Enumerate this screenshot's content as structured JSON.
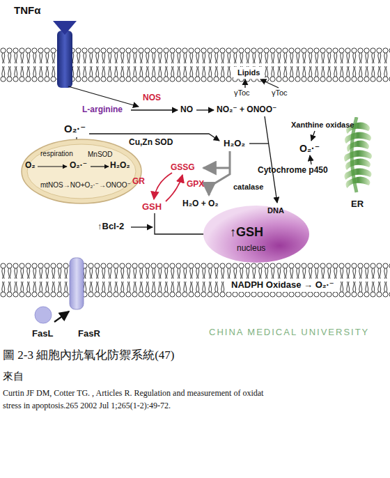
{
  "diagram": {
    "caption": "圖 2-3 細胞內抗氧化防禦系統(47)",
    "nodes": [
      {
        "text": [
          "Lipids"
        ]
      },
      {
        "text": [
          "respiration",
          "MnSOD",
          "O₂",
          "O₂·⁻",
          "H₂O₂",
          "mtNOS→NO+O₂·⁻→ONOO⁻"
        ]
      },
      {
        "text": [
          "ER"
        ]
      },
      {
        "text": [
          "DNA",
          "↑GSH",
          "nucleus"
        ]
      },
      {
        "text": [
          "NADPH Oxidase → O₂·⁻"
        ]
      }
    ],
    "labels": [
      "TNFα",
      "NOS",
      "L-arginine",
      "NO",
      "γToc",
      "γToc",
      "NO₂⁻ + ONOO⁻",
      "Xanthine oxidase",
      "O₂·⁻",
      "Cu,Zn SOD",
      "H₂O₂",
      "O₂·⁻",
      "Cytochrome p450",
      "GSSG",
      "GR",
      "GPX",
      "catalase",
      "GSH",
      "H₂O + O₂",
      "↑Bcl-2",
      "FasL",
      "FasR",
      "來自",
      "Curtin JF DM, Cotter TG. , Articles R. Regulation and measurement of oxidat",
      "stress in apoptosis.265 2002 Jul 1;265(1-2):49-72.",
      "CHINA MEDICAL UNIVERSITY"
    ]
  }
}
